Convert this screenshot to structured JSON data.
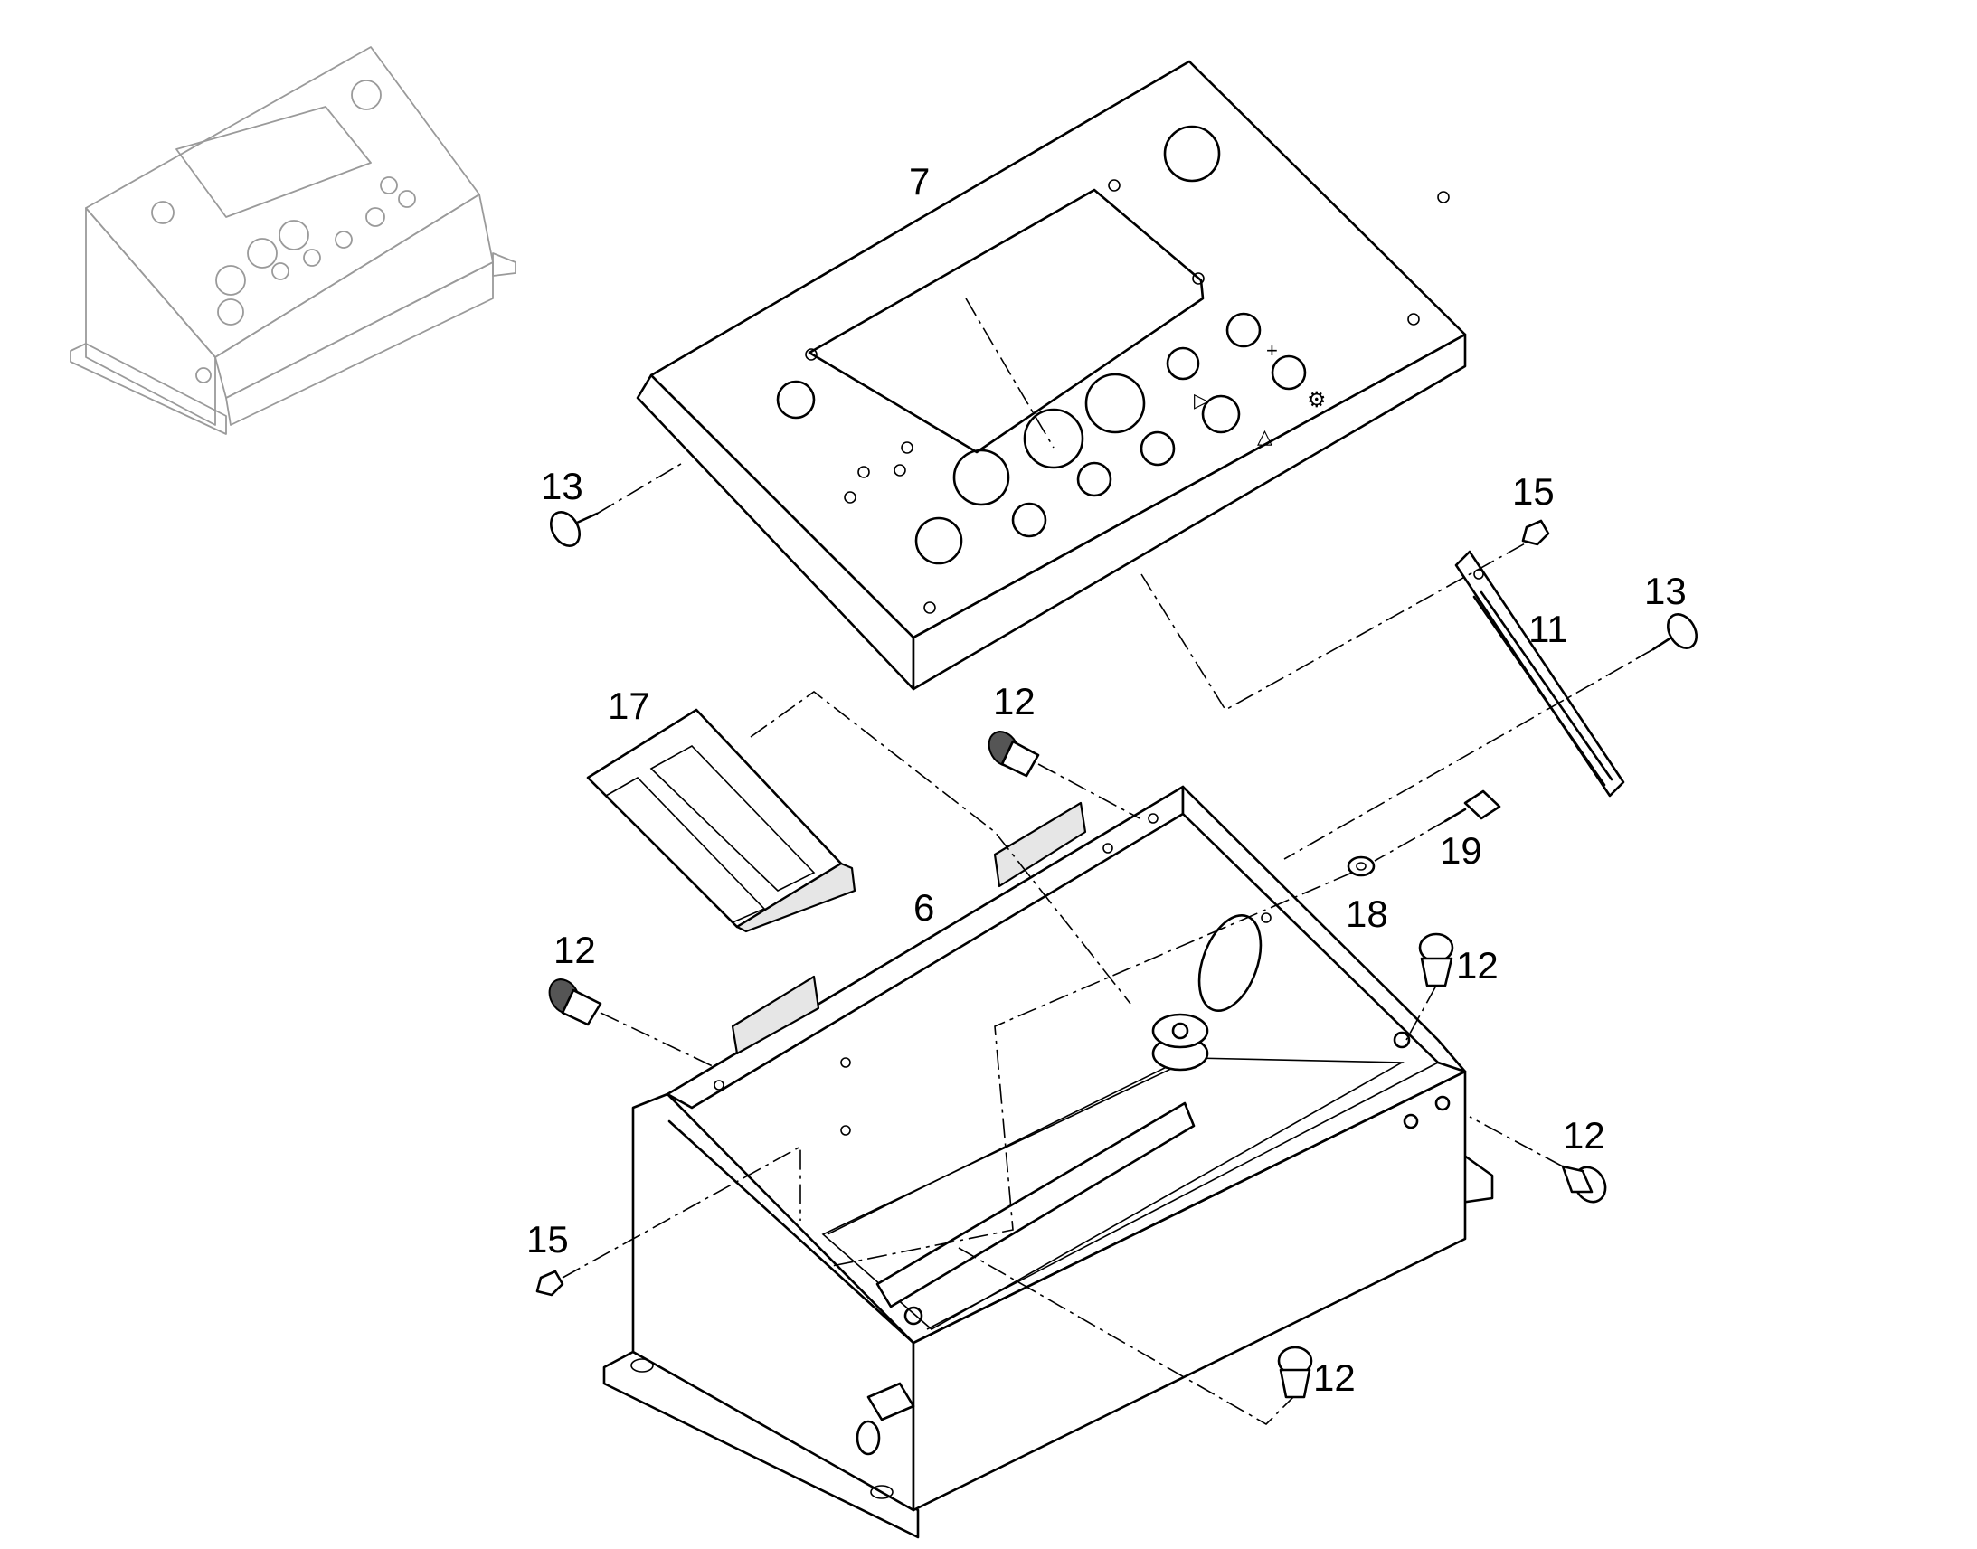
{
  "diagram": {
    "labels": [
      {
        "id": "lbl-7",
        "text": "7"
      },
      {
        "id": "lbl-13a",
        "text": "13"
      },
      {
        "id": "lbl-15a",
        "text": "15"
      },
      {
        "id": "lbl-13b",
        "text": "13"
      },
      {
        "id": "lbl-11",
        "text": "11"
      },
      {
        "id": "lbl-17",
        "text": "17"
      },
      {
        "id": "lbl-12a",
        "text": "12"
      },
      {
        "id": "lbl-19",
        "text": "19"
      },
      {
        "id": "lbl-6",
        "text": "6"
      },
      {
        "id": "lbl-18",
        "text": "18"
      },
      {
        "id": "lbl-12b",
        "text": "12"
      },
      {
        "id": "lbl-12c",
        "text": "12"
      },
      {
        "id": "lbl-12d",
        "text": "12"
      },
      {
        "id": "lbl-15b",
        "text": "15"
      },
      {
        "id": "lbl-12e",
        "text": "12"
      }
    ]
  }
}
